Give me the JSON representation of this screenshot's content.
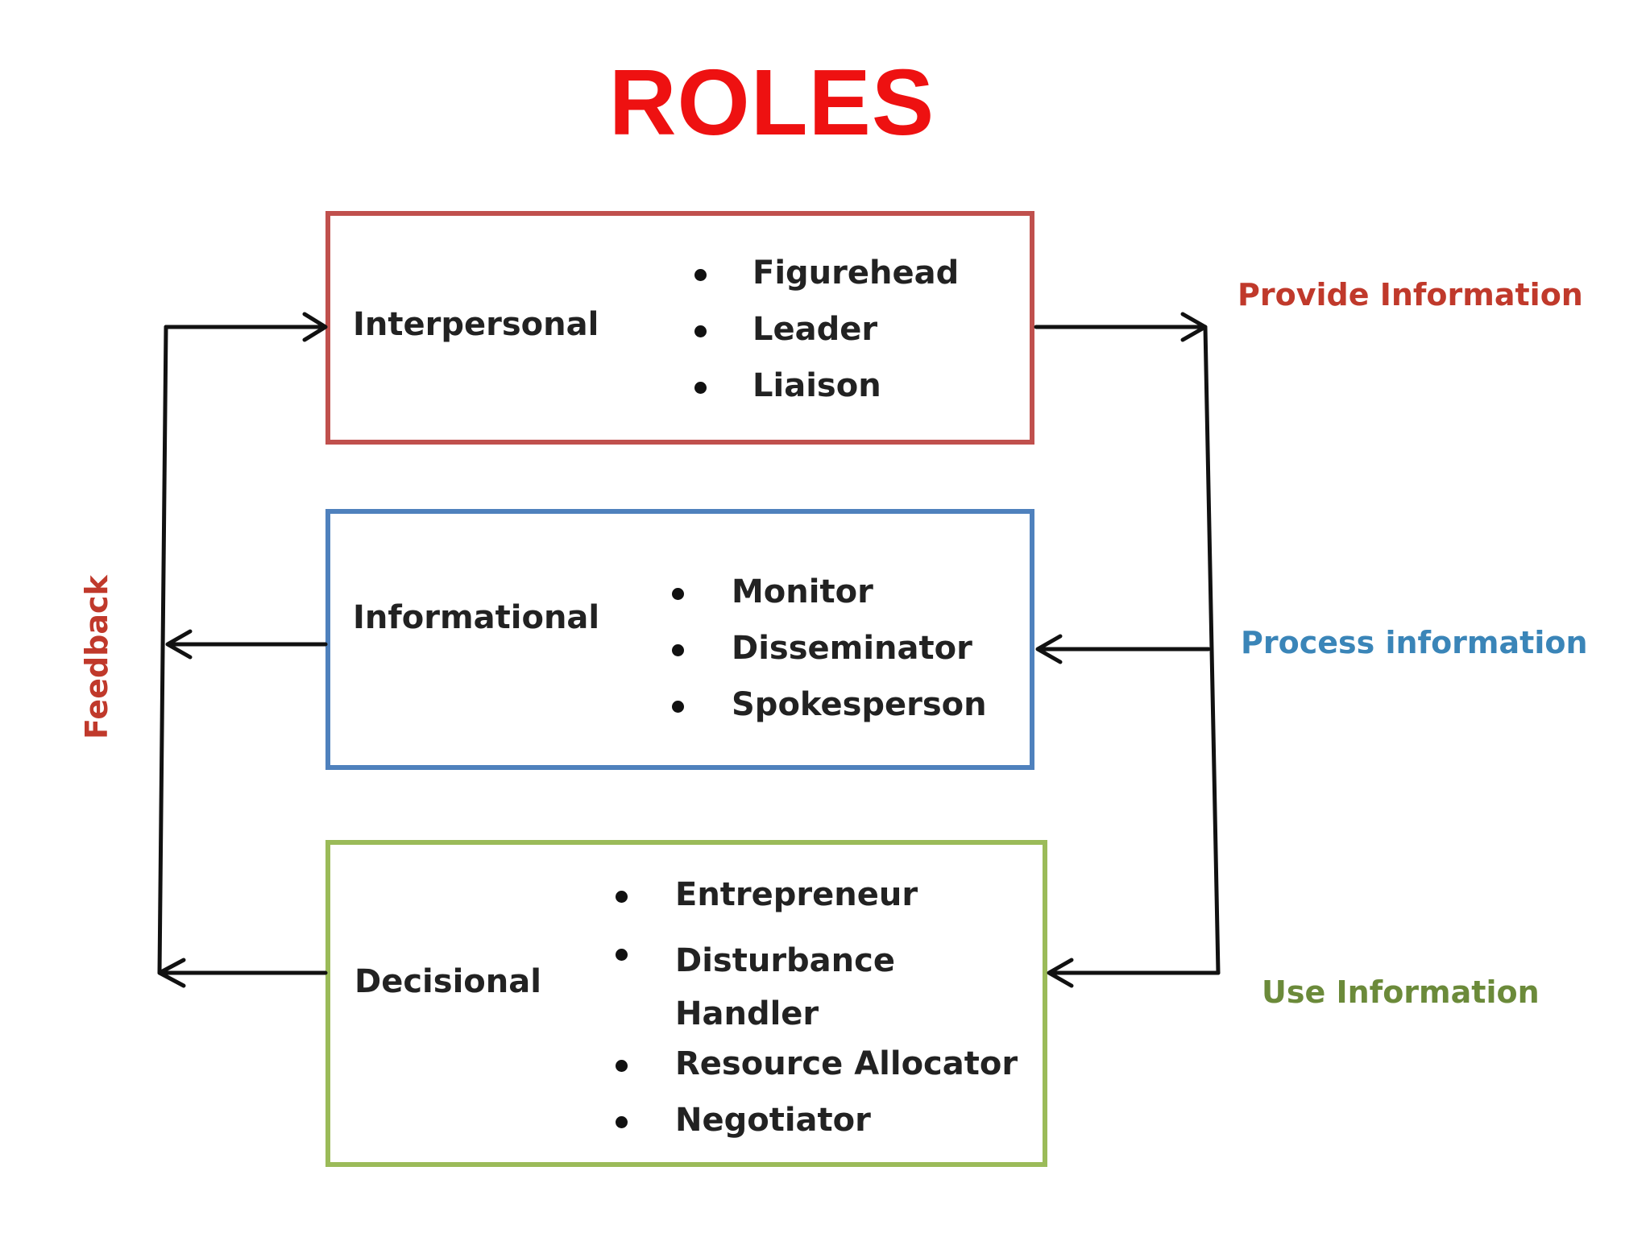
{
  "title": "ROLES",
  "colors": {
    "title": "#ee1111",
    "interpersonal": "#c0504d",
    "informational": "#4f81bd",
    "decisional": "#9bbb59",
    "provide": "#c0392b",
    "process": "#3a85b8",
    "use": "#6b8a3a",
    "feedback": "#c0392b",
    "arrow": "#111111"
  },
  "roles": [
    {
      "label": "Interpersonal",
      "items": [
        "Figurehead",
        "Leader",
        "Liaison"
      ]
    },
    {
      "label": "Informational",
      "items": [
        "Monitor",
        "Disseminator",
        "Spokesperson"
      ]
    },
    {
      "label": "Decisional",
      "items": [
        "Entrepreneur",
        "Disturbance Handler",
        "Resource Allocator",
        "Negotiator"
      ]
    }
  ],
  "flow_labels": {
    "provide": "Provide Information",
    "process": "Process information",
    "use": "Use Information",
    "feedback": "Feedback"
  }
}
